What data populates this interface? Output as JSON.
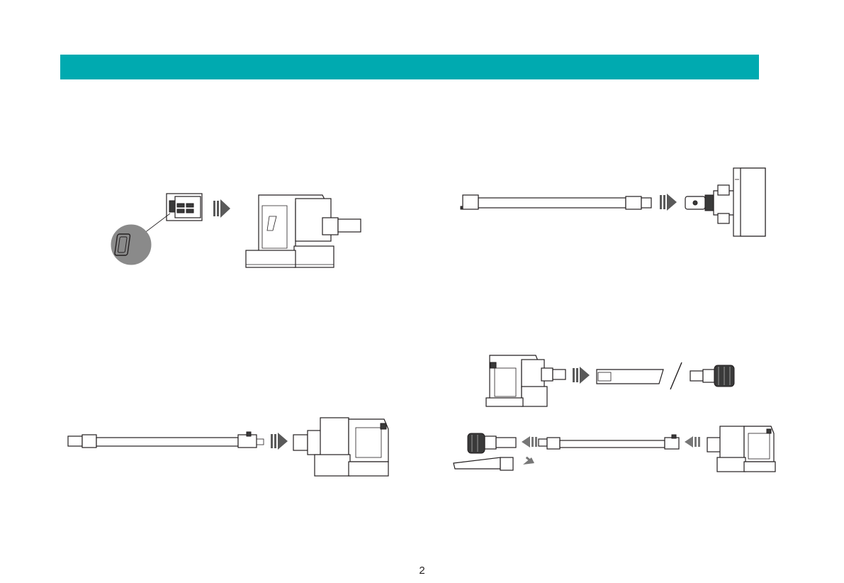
{
  "page": {
    "page_number": "2",
    "accent_color": "#00aab0"
  },
  "banner": {
    "title": ""
  },
  "figures": [
    {
      "name": "battery-insert-figure",
      "icon": "battery-to-main-unit-illustration"
    },
    {
      "name": "floor-brush-attach-figure",
      "icon": "tube-to-floor-brush-illustration"
    },
    {
      "name": "tube-attach-figure",
      "icon": "tube-to-main-unit-illustration"
    },
    {
      "name": "accessory-attach-figure",
      "icon": "accessory-tools-illustration"
    }
  ]
}
